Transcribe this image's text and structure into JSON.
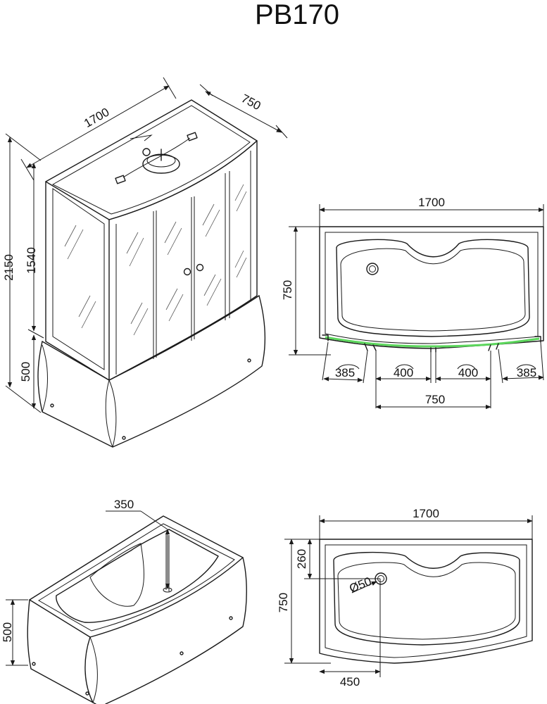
{
  "title": "PB170",
  "cabin_view": {
    "width": "1700",
    "depth": "750",
    "total_height": "2150",
    "cabin_height": "1540",
    "tray_height": "500"
  },
  "cabin_plan": {
    "width": "1700",
    "depth": "750",
    "seg_left": "385",
    "seg_mid_left": "400",
    "seg_mid_right": "400",
    "seg_right": "385",
    "door_span": "750",
    "accent_color": "#5cd65c"
  },
  "tub_view": {
    "depth": "350",
    "height": "500"
  },
  "tub_plan": {
    "width": "1700",
    "depth": "750",
    "drain_offset_y": "260",
    "drain_offset_x": "450",
    "drain_diameter": "Ø50"
  }
}
